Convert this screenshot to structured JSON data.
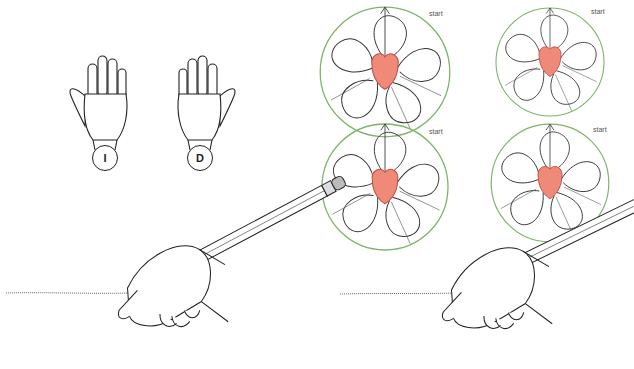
{
  "diagram": {
    "nodes": [
      {
        "text": [
          "I"
        ]
      },
      {
        "text": [
          "D"
        ]
      }
    ],
    "labels": [
      "start",
      "start",
      "start",
      "start"
    ]
  }
}
